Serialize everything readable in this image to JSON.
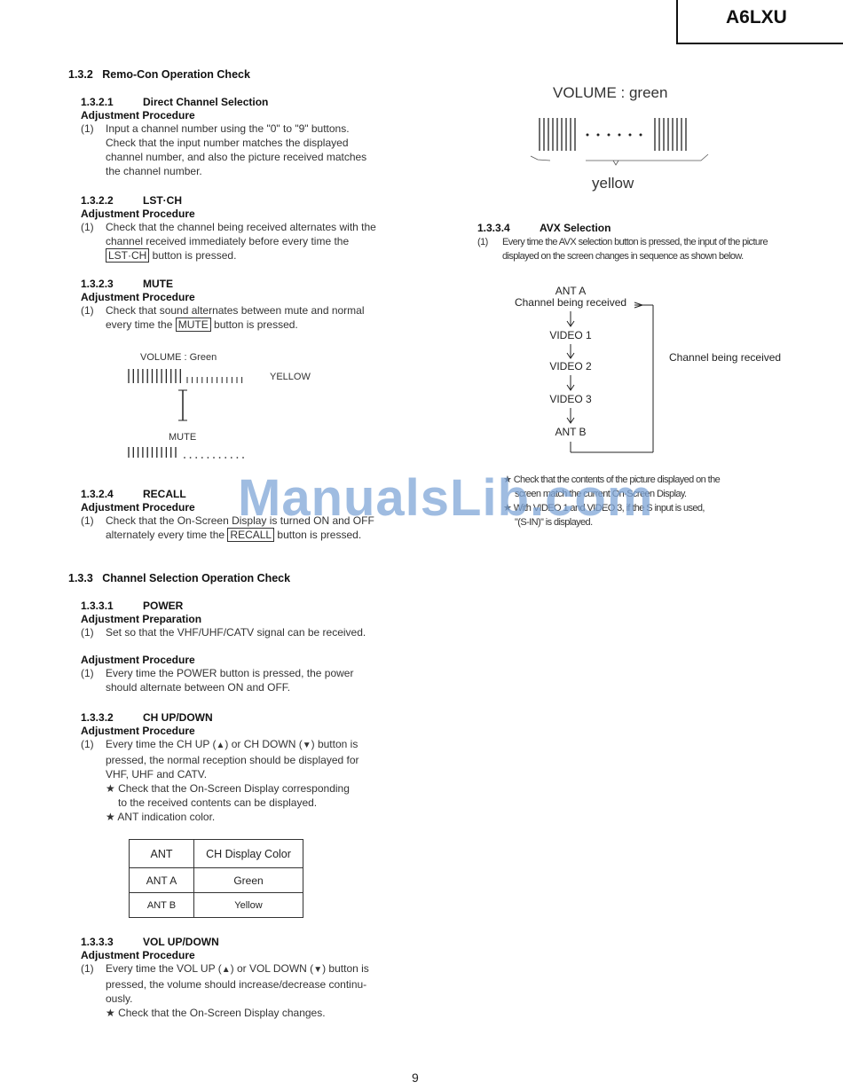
{
  "header": {
    "model": "A6LXU"
  },
  "left": {
    "s132": {
      "num": "1.3.2",
      "title": "Remo-Con Operation Check"
    },
    "s1321": {
      "num": "1.3.2.1",
      "title": "Direct Channel Selection",
      "label": "Adjustment Procedure",
      "item_num": "(1)",
      "lines": [
        "Input a channel number using the \"0\" to \"9\" buttons.",
        "Check that the input number matches the displayed",
        "channel number, and also the picture received matches",
        "the channel number."
      ]
    },
    "s1322": {
      "num": "1.3.2.2",
      "title": "LST·CH",
      "label": "Adjustment Procedure",
      "item_num": "(1)",
      "line1": "Check that the channel being received alternates with the",
      "line2": "channel received immediately before every time the",
      "btn": "LST·CH",
      "line3_after": " button is pressed."
    },
    "s1323": {
      "num": "1.3.2.3",
      "title": "MUTE",
      "label": "Adjustment Procedure",
      "item_num": "(1)",
      "line1": "Check that sound alternates between mute and normal",
      "line2_before": "every time the ",
      "btn": "MUTE",
      "line2_after": " button is pressed.",
      "diagram": {
        "volume_label": "VOLUME : Green",
        "yellow_label": "YELLOW",
        "mute_label": "MUTE"
      }
    },
    "s1324": {
      "num": "1.3.2.4",
      "title": "RECALL",
      "label": "Adjustment Procedure",
      "item_num": "(1)",
      "line1": "Check that the On-Screen Display is turned ON and OFF",
      "line2_before": "alternately every time the ",
      "btn": "RECALL",
      "line2_after": " button is pressed."
    },
    "s133": {
      "num": "1.3.3",
      "title": "Channel Selection Operation Check"
    },
    "s1331": {
      "num": "1.3.3.1",
      "title": "POWER",
      "label_prep": "Adjustment Preparation",
      "prep_num": "(1)",
      "prep_line": "Set so that the VHF/UHF/CATV signal can be received.",
      "label_proc": "Adjustment Procedure",
      "proc_num": "(1)",
      "proc_lines": [
        "Every time the POWER button is pressed, the power",
        "should alternate between ON and OFF."
      ]
    },
    "s1332": {
      "num": "1.3.3.2",
      "title": "CH UP/DOWN",
      "label": "Adjustment Procedure",
      "item_num": "(1)",
      "line1_a": "Every time the CH UP (",
      "up": "▲",
      "line1_b": ") or CH DOWN (",
      "down": "▼",
      "line1_c": ") button is",
      "line2": "pressed, the normal reception should be displayed for",
      "line3": "VHF, UHF and CATV.",
      "note1a": "★ Check that the On-Screen Display corresponding",
      "note1b": "to the received contents can be displayed.",
      "note2": "★ ANT indication color.",
      "table": {
        "headers": [
          "ANT",
          "CH Display Color"
        ],
        "rows": [
          [
            "ANT A",
            "Green"
          ],
          [
            "ANT B",
            "Yellow"
          ]
        ]
      }
    },
    "s1333": {
      "num": "1.3.3.3",
      "title": "VOL UP/DOWN",
      "label": "Adjustment Procedure",
      "item_num": "(1)",
      "line1_a": "Every time the VOL UP (",
      "up": "▲",
      "line1_b": ") or VOL DOWN (",
      "down": "▼",
      "line1_c": ") button is",
      "line2": "pressed, the volume should increase/decrease continu-",
      "line3": "ously.",
      "note": "★ Check that the On-Screen Display changes."
    }
  },
  "right": {
    "volume_diagram": {
      "title": "VOLUME : green",
      "bottom_label": "yellow"
    },
    "s1334": {
      "num": "1.3.3.4",
      "title": "AVX Selection",
      "item_num": "(1)",
      "line1": "Every time the AVX selection button is pressed, the input of the picture",
      "line2": "displayed on the screen changes in sequence as shown below."
    },
    "flow": {
      "ant_a": "ANT A",
      "channel_received": "Channel being received",
      "video1": "VIDEO 1",
      "video2": "VIDEO 2",
      "video3": "VIDEO 3",
      "ant_b": "ANT B",
      "side_label": "Channel being received"
    },
    "notes": [
      "★ Check that the contents of the picture displayed on the",
      "screen match the current On-Screen Display.",
      "★ With VIDEO 1 and VIDEO 3, if the S input is used,",
      "\"(S-IN)\" is displayed."
    ]
  },
  "watermark": "ManualsLib.com",
  "footer": {
    "page_number": "9"
  }
}
